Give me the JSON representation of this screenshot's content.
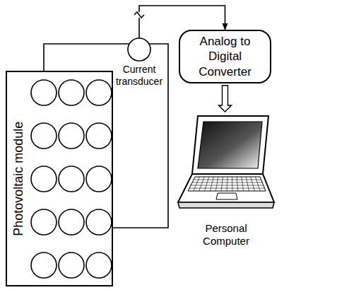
{
  "diagram": {
    "nodes": [
      {
        "text": [
          "Photovoltaic module"
        ]
      },
      {
        "text": [
          "Current transducer"
        ]
      },
      {
        "text": [
          "Analog to Digital Converter"
        ]
      },
      {
        "text": [
          "Personal Computer"
        ]
      }
    ],
    "edges": [
      {
        "from": 0,
        "to": 1,
        "arrow": "none"
      },
      {
        "from": 1,
        "to": 0,
        "arrow": "none"
      },
      {
        "from": 1,
        "to": 2,
        "arrow": "to"
      },
      {
        "from": 2,
        "to": 3,
        "arrow": "to"
      }
    ]
  }
}
